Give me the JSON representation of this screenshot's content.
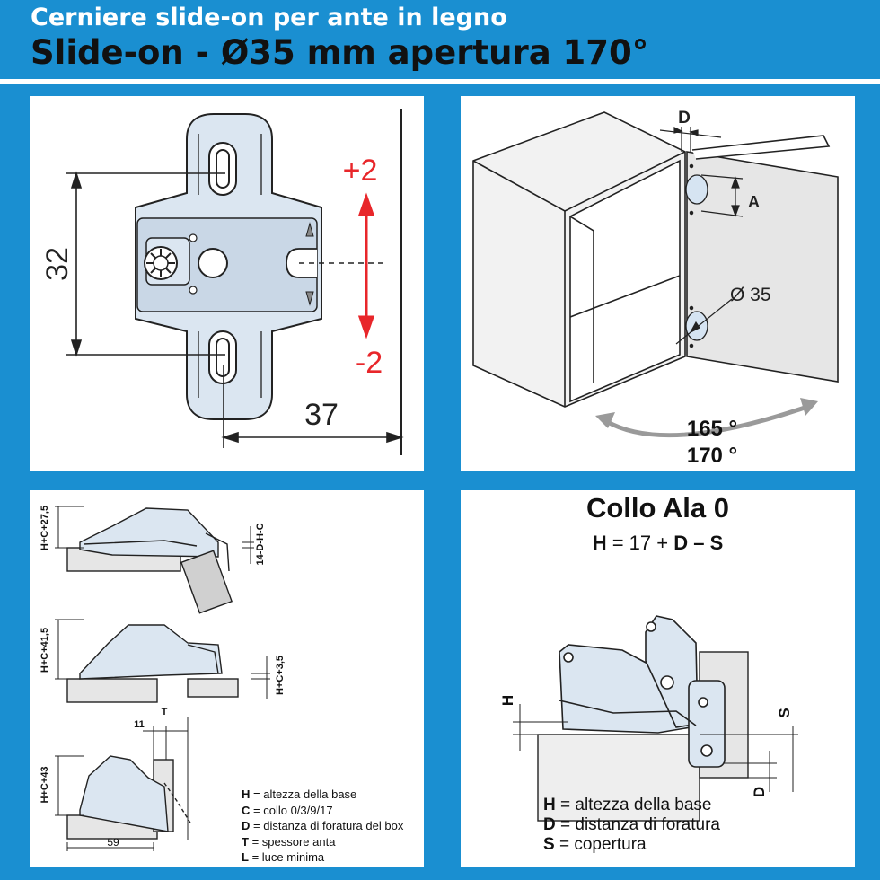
{
  "header": {
    "title": "Cerniere slide-on per ante in legno",
    "subtitle": "Slide-on - Ø35 mm apertura 170°"
  },
  "plate_panel": {
    "dim_vertical": "32",
    "dim_horizontal": "37",
    "adjust_up": "+2",
    "adjust_down": "-2"
  },
  "cabinet_panel": {
    "label_d": "D",
    "label_a": "A",
    "label_diameter": "Ø 35",
    "angle_1": "165 °",
    "angle_2": "170 °"
  },
  "overlay_panel": {
    "dim_top": "H+C+27,5",
    "dim_top_right": "14-D-H-C",
    "dim_mid": "H+C+41,5",
    "dim_mid_right": "H+C+3,5",
    "dim_bottom": "H+C+43",
    "dim_11": "11",
    "dim_t": "T",
    "dim_59": "59",
    "legend": [
      {
        "key": "H",
        "text": "= altezza della base"
      },
      {
        "key": "C",
        "text": "= collo 0/3/9/17"
      },
      {
        "key": "D",
        "text": "= distanza di foratura del box"
      },
      {
        "key": "T",
        "text": "= spessore anta"
      },
      {
        "key": "L",
        "text": "= luce minima"
      }
    ]
  },
  "collo_panel": {
    "title": "Collo Ala 0",
    "formula_h": "H",
    "formula_eq": "= 17 +",
    "formula_d": "D",
    "formula_minus": "–",
    "formula_s": "S",
    "label_h": "H",
    "label_s": "S",
    "label_d": "D",
    "legend": [
      {
        "key": "H",
        "text": "= altezza della base"
      },
      {
        "key": "D",
        "text": "= distanza di foratura"
      },
      {
        "key": "S",
        "text": "= copertura"
      }
    ]
  },
  "colors": {
    "background": "#1a8fd1",
    "hardware": "#dbe6f1",
    "accent_red": "#e8262a"
  }
}
